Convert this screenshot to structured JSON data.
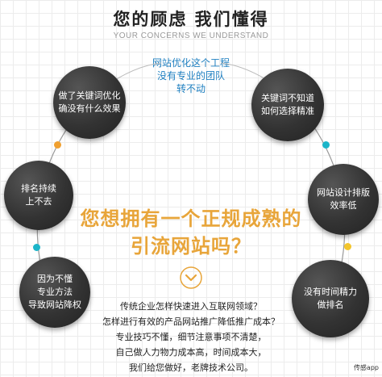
{
  "header": {
    "title": "您的顾虑 我们懂得",
    "subtitle": "YOUR CONCERNS WE UNDERSTAND"
  },
  "top_note": [
    "网站优化这个工程",
    "没有专业的团队",
    "转不动"
  ],
  "bubbles": {
    "left1": [
      "做了关键词优化",
      "确没有什么效果"
    ],
    "left2": [
      "排名持续",
      "上不去"
    ],
    "left3": [
      "因为不懂",
      "专业方法",
      "导致网站降权"
    ],
    "right1": [
      "关键词不知道",
      "如何选择精准"
    ],
    "right2": [
      "网站设计排版",
      "效率低"
    ],
    "right3": [
      "没有时间精力",
      "做排名"
    ]
  },
  "headline": [
    "您想拥有一个正规成熟的",
    "引流网站吗？"
  ],
  "body": [
    "传统企业怎样快速进入互联网领域？",
    "怎样进行有效的产品网站推广降低推广成本？",
    "专业技巧不懂，细节注意事项不清楚，",
    "自己做人力物力成本高，时间成本大，",
    "我们给您做好，老牌技术公司。"
  ],
  "watermark": "传感app",
  "colors": {
    "accent_blue": "#1e7fc0",
    "accent_orange": "#e8a53a",
    "dot_teal": "#1bb5c9",
    "dot_orange": "#f0a030",
    "dot_yellow": "#f3c52c",
    "bubble": "#333333"
  }
}
